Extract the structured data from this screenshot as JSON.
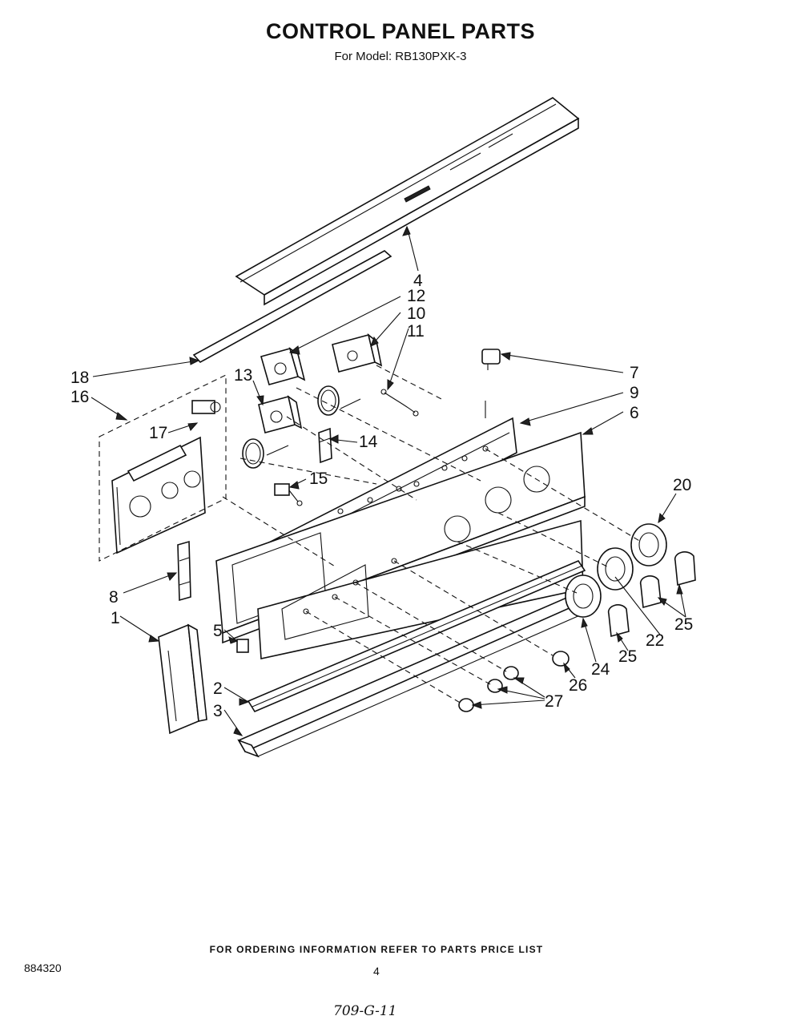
{
  "header": {
    "title": "CONTROL PANEL PARTS",
    "subtitle": "For Model: RB130PXK-3"
  },
  "callouts": {
    "c1": "1",
    "c2": "2",
    "c3": "3",
    "c4": "4",
    "c5": "5",
    "c6": "6",
    "c7": "7",
    "c8": "8",
    "c9": "9",
    "c10": "10",
    "c11": "11",
    "c12": "12",
    "c13": "13",
    "c14": "14",
    "c15": "15",
    "c16": "16",
    "c17": "17",
    "c18": "18",
    "c20": "20",
    "c22": "22",
    "c24": "24",
    "c25a": "25",
    "c25b": "25",
    "c26": "26",
    "c27": "27"
  },
  "footer": {
    "ordering_note": "FOR ORDERING INFORMATION REFER TO PARTS PRICE LIST",
    "doc_number": "884320",
    "page_number": "4",
    "handwritten_note": "709-G-11"
  }
}
